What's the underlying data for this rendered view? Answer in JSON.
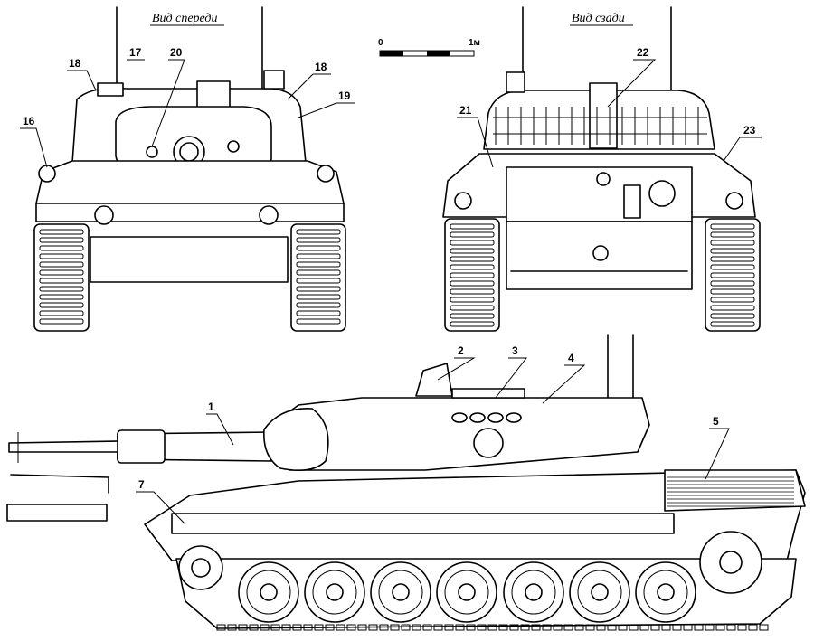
{
  "views": {
    "front_title": "Вид спереди",
    "rear_title": "Вид сзади"
  },
  "scale_bar": {
    "start_label": "0",
    "end_label": "1м"
  },
  "callouts": {
    "c1": "1",
    "c2": "2",
    "c3": "3",
    "c4": "4",
    "c5": "5",
    "c7": "7",
    "c16": "16",
    "c17": "17",
    "c18a": "18",
    "c18b": "18",
    "c19": "19",
    "c20": "20",
    "c21": "21",
    "c22": "22",
    "c23": "23"
  }
}
